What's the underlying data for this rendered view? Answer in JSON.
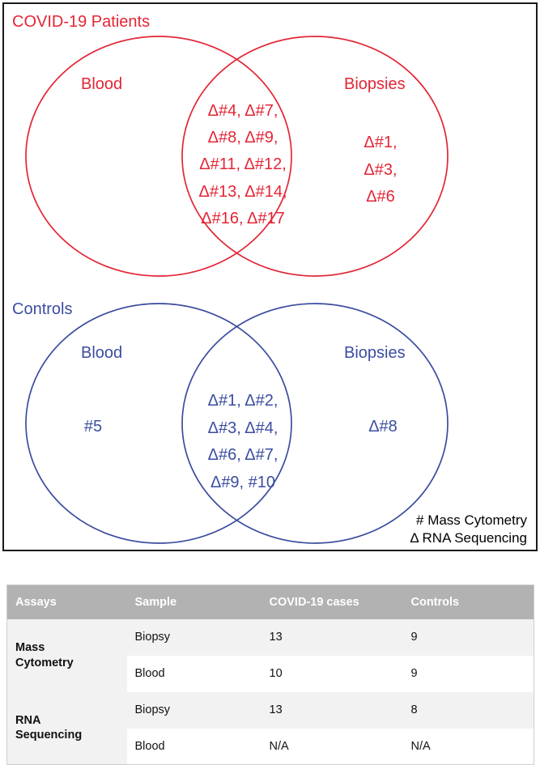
{
  "figure": {
    "covid": {
      "group_title": "COVID-19 Patients",
      "color": "#e32636",
      "left_label": "Blood",
      "right_label": "Biopsies",
      "left_only": [],
      "overlap": [
        "Δ#4,  Δ#7,",
        "Δ#8,  Δ#9,",
        "Δ#11,  Δ#12,",
        "Δ#13,  Δ#14,",
        "Δ#16,  Δ#17"
      ],
      "right_only": [
        "Δ#1,",
        "Δ#3,",
        "Δ#6"
      ]
    },
    "controls": {
      "group_title": "Controls",
      "color": "#3b4da0",
      "left_label": "Blood",
      "right_label": "Biopsies",
      "left_only": [
        "#5"
      ],
      "overlap": [
        "Δ#1,  Δ#2,",
        "Δ#3,  Δ#4,",
        "Δ#6,  Δ#7,",
        "Δ#9,  #10"
      ],
      "right_only": [
        "Δ#8"
      ]
    },
    "legend": {
      "line1": "# Mass Cytometry",
      "line2": "Δ RNA Sequencing",
      "color": "#000000"
    }
  },
  "table": {
    "headers": [
      "Assays",
      "Sample",
      "COVID-19 cases",
      "Controls"
    ],
    "header_bg": "#b2b2b2",
    "header_fg": "#ffffff",
    "groups": [
      {
        "assay": "Mass\nCytometry",
        "assay_line1": "Mass",
        "assay_line2": "Cytometry",
        "rows": [
          {
            "sample": "Biopsy",
            "cases": "13",
            "controls": "9"
          },
          {
            "sample": "Blood",
            "cases": "10",
            "controls": "9"
          }
        ]
      },
      {
        "assay": "RNA\nSequencing",
        "assay_line1": "RNA",
        "assay_line2": "Sequencing",
        "rows": [
          {
            "sample": "Biopsy",
            "cases": "13",
            "controls": "8"
          },
          {
            "sample": "Blood",
            "cases": "N/A",
            "controls": "N/A"
          }
        ]
      }
    ]
  }
}
